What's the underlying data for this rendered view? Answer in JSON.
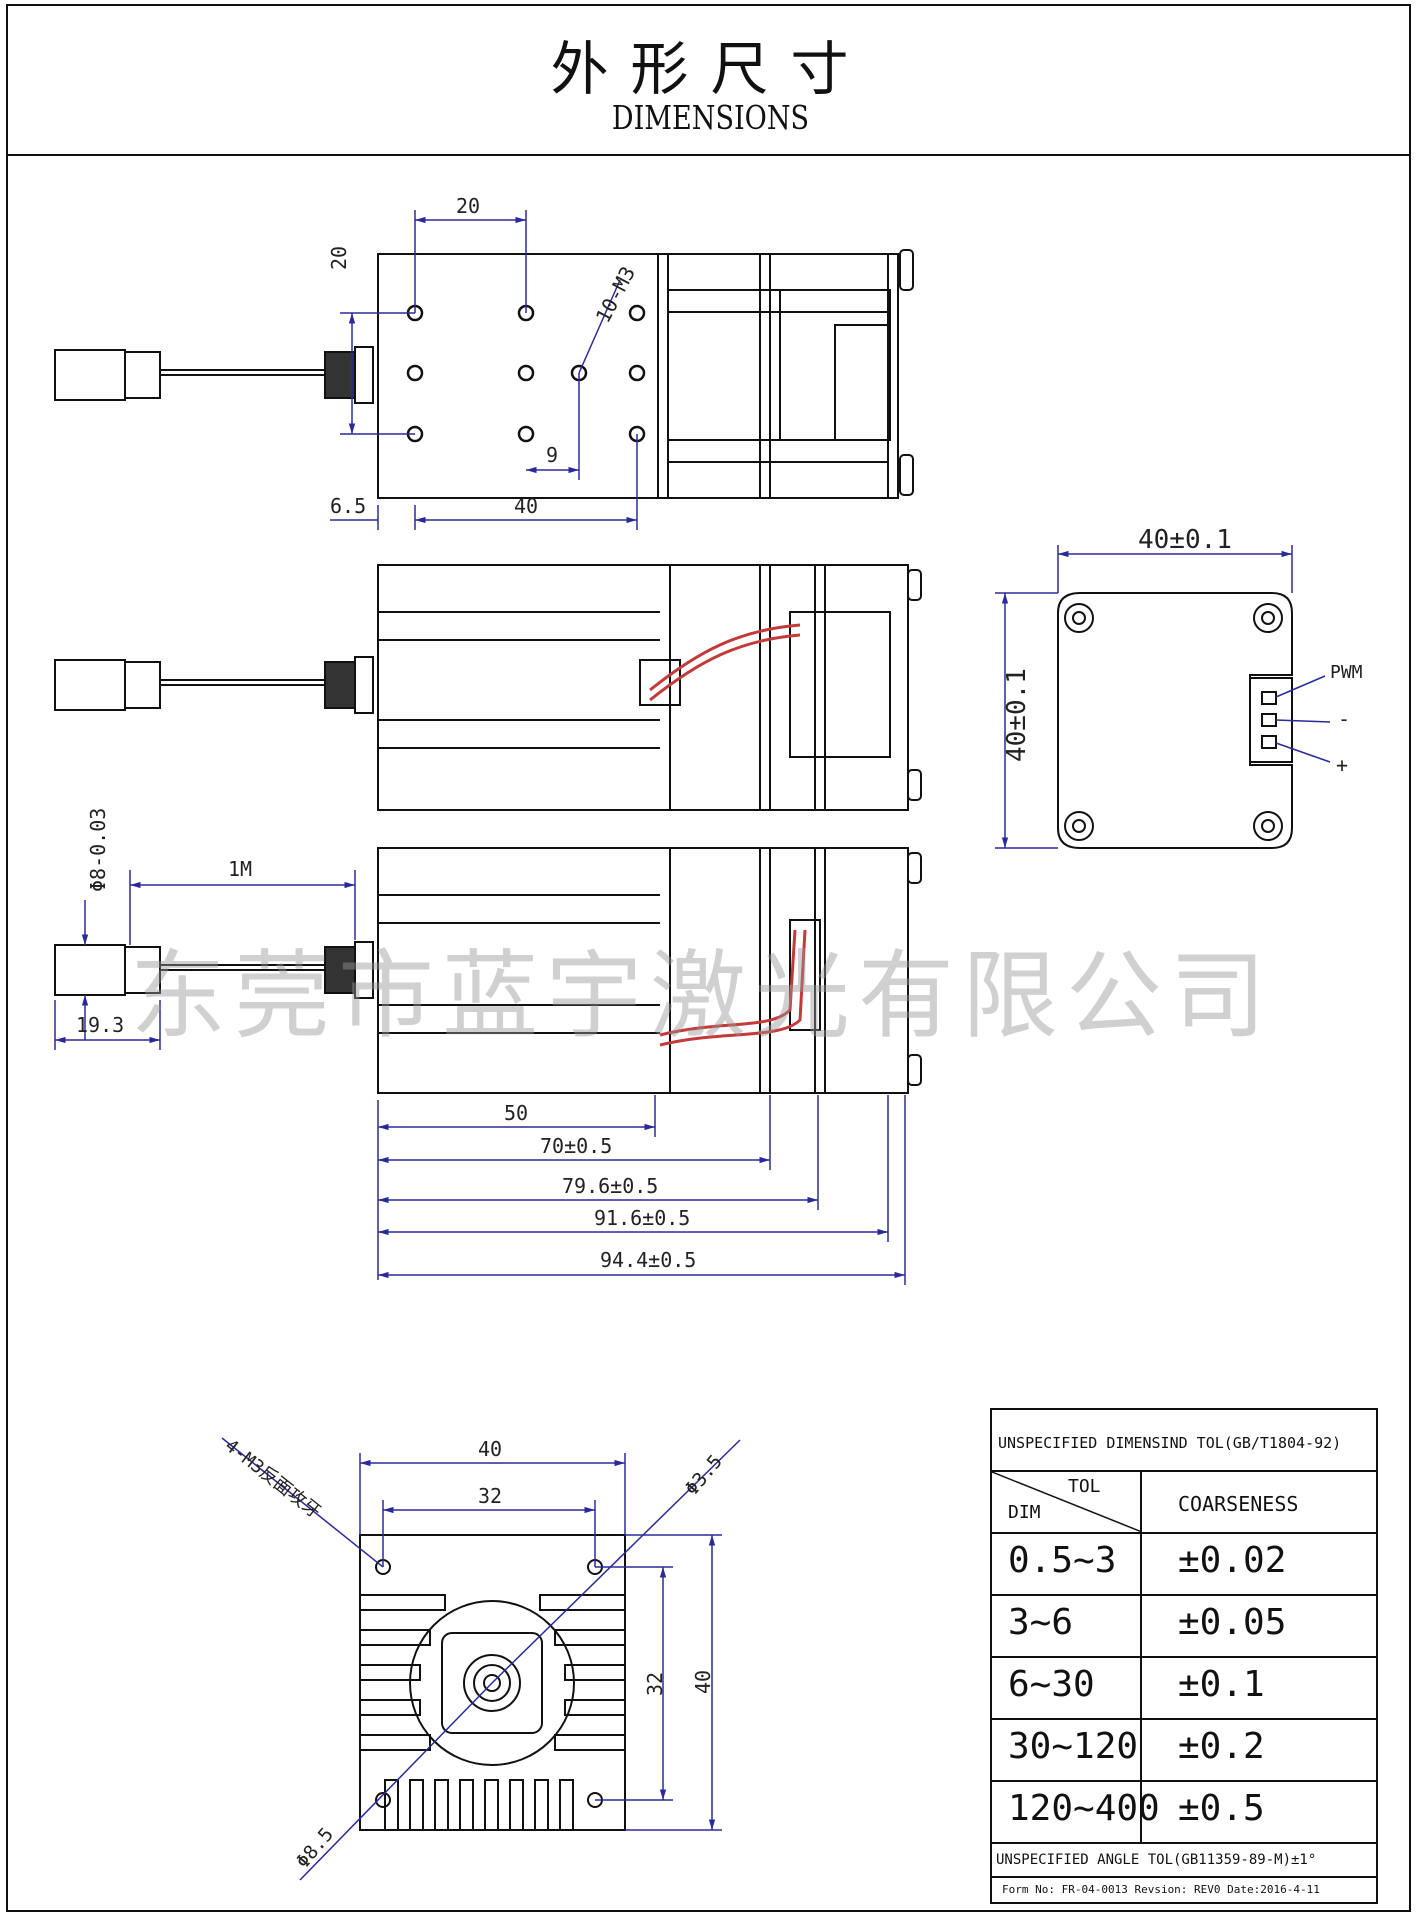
{
  "header": {
    "title_cn": "外形尺寸",
    "title_en": "DIMENSIONS"
  },
  "watermark": "东莞市蓝宇激光有限公司",
  "top_view": {
    "dim_hole_spacing_x": "20",
    "dim_hole_spacing_y": "20",
    "hole_callout": "10-M3",
    "dim_offset_9": "9",
    "dim_offset_6_5": "6.5",
    "dim_width_40": "40"
  },
  "front_view": {
    "dim_width": "40±0.1",
    "dim_height": "40±0.1",
    "connector_labels": [
      "PWM",
      "-",
      "+"
    ]
  },
  "side_view": {
    "dim_plug_dia": "Φ8-0.03",
    "dim_cable_len": "1M",
    "dim_plug_len": "19.3",
    "lengths": [
      "50",
      "70±0.5",
      "79.6±0.5",
      "91.6±0.5",
      "94.4±0.5"
    ]
  },
  "end_view": {
    "hole_callout": "4-M3反面攻牙",
    "dim_outer_40_h": "40",
    "dim_inner_32_h": "32",
    "dim_inner_32_v": "32",
    "dim_outer_40_v": "40",
    "dia_top": "Φ3.5",
    "dia_bottom": "Φ8.5"
  },
  "tolerance_table": {
    "header": "UNSPECIFIED DIMENSIND TOL(GB/T1804-92)",
    "col_tol": "TOL",
    "col_dim": "DIM",
    "col_coarse": "COARSENESS",
    "rows": [
      {
        "range": "0.5~3",
        "tol": "±0.02"
      },
      {
        "range": "3~6",
        "tol": "±0.05"
      },
      {
        "range": "6~30",
        "tol": "±0.1"
      },
      {
        "range": "30~120",
        "tol": "±0.2"
      },
      {
        "range": "120~400",
        "tol": "±0.5"
      }
    ],
    "angle_note": "UNSPECIFIED ANGLE TOL(GB11359-89-M)±1°",
    "form_note": "Form No: FR-04-0013 Revsion: REV0  Date:2016-4-11"
  }
}
